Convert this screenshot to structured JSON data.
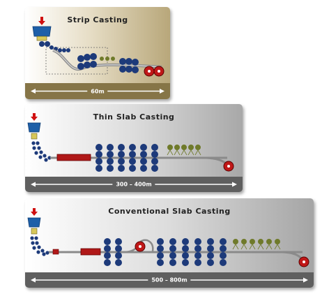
{
  "panels": {
    "strip": {
      "title": "Strip Casting",
      "length": "60m"
    },
    "thin": {
      "title": "Thin Slab Casting",
      "length": "300 – 400m"
    },
    "conventional": {
      "title": "Conventional Slab Casting",
      "length": "500 – 800m"
    }
  },
  "colors": {
    "strip_panel": "#b8a77a",
    "grey_panel": "#a5a5a5",
    "roll_blue": "#1d3a7a",
    "slab_red": "#b01818",
    "ladle_blue": "#1e5fa8",
    "arrow_red": "#d01010",
    "cooling_olive": "#6f7a2a",
    "coiler_red": "#c01818"
  },
  "icons": [
    "ladle-icon",
    "pour-arrow-icon",
    "roll-stand-icon",
    "coiler-icon",
    "cooling-spray-icon",
    "slab-icon"
  ]
}
